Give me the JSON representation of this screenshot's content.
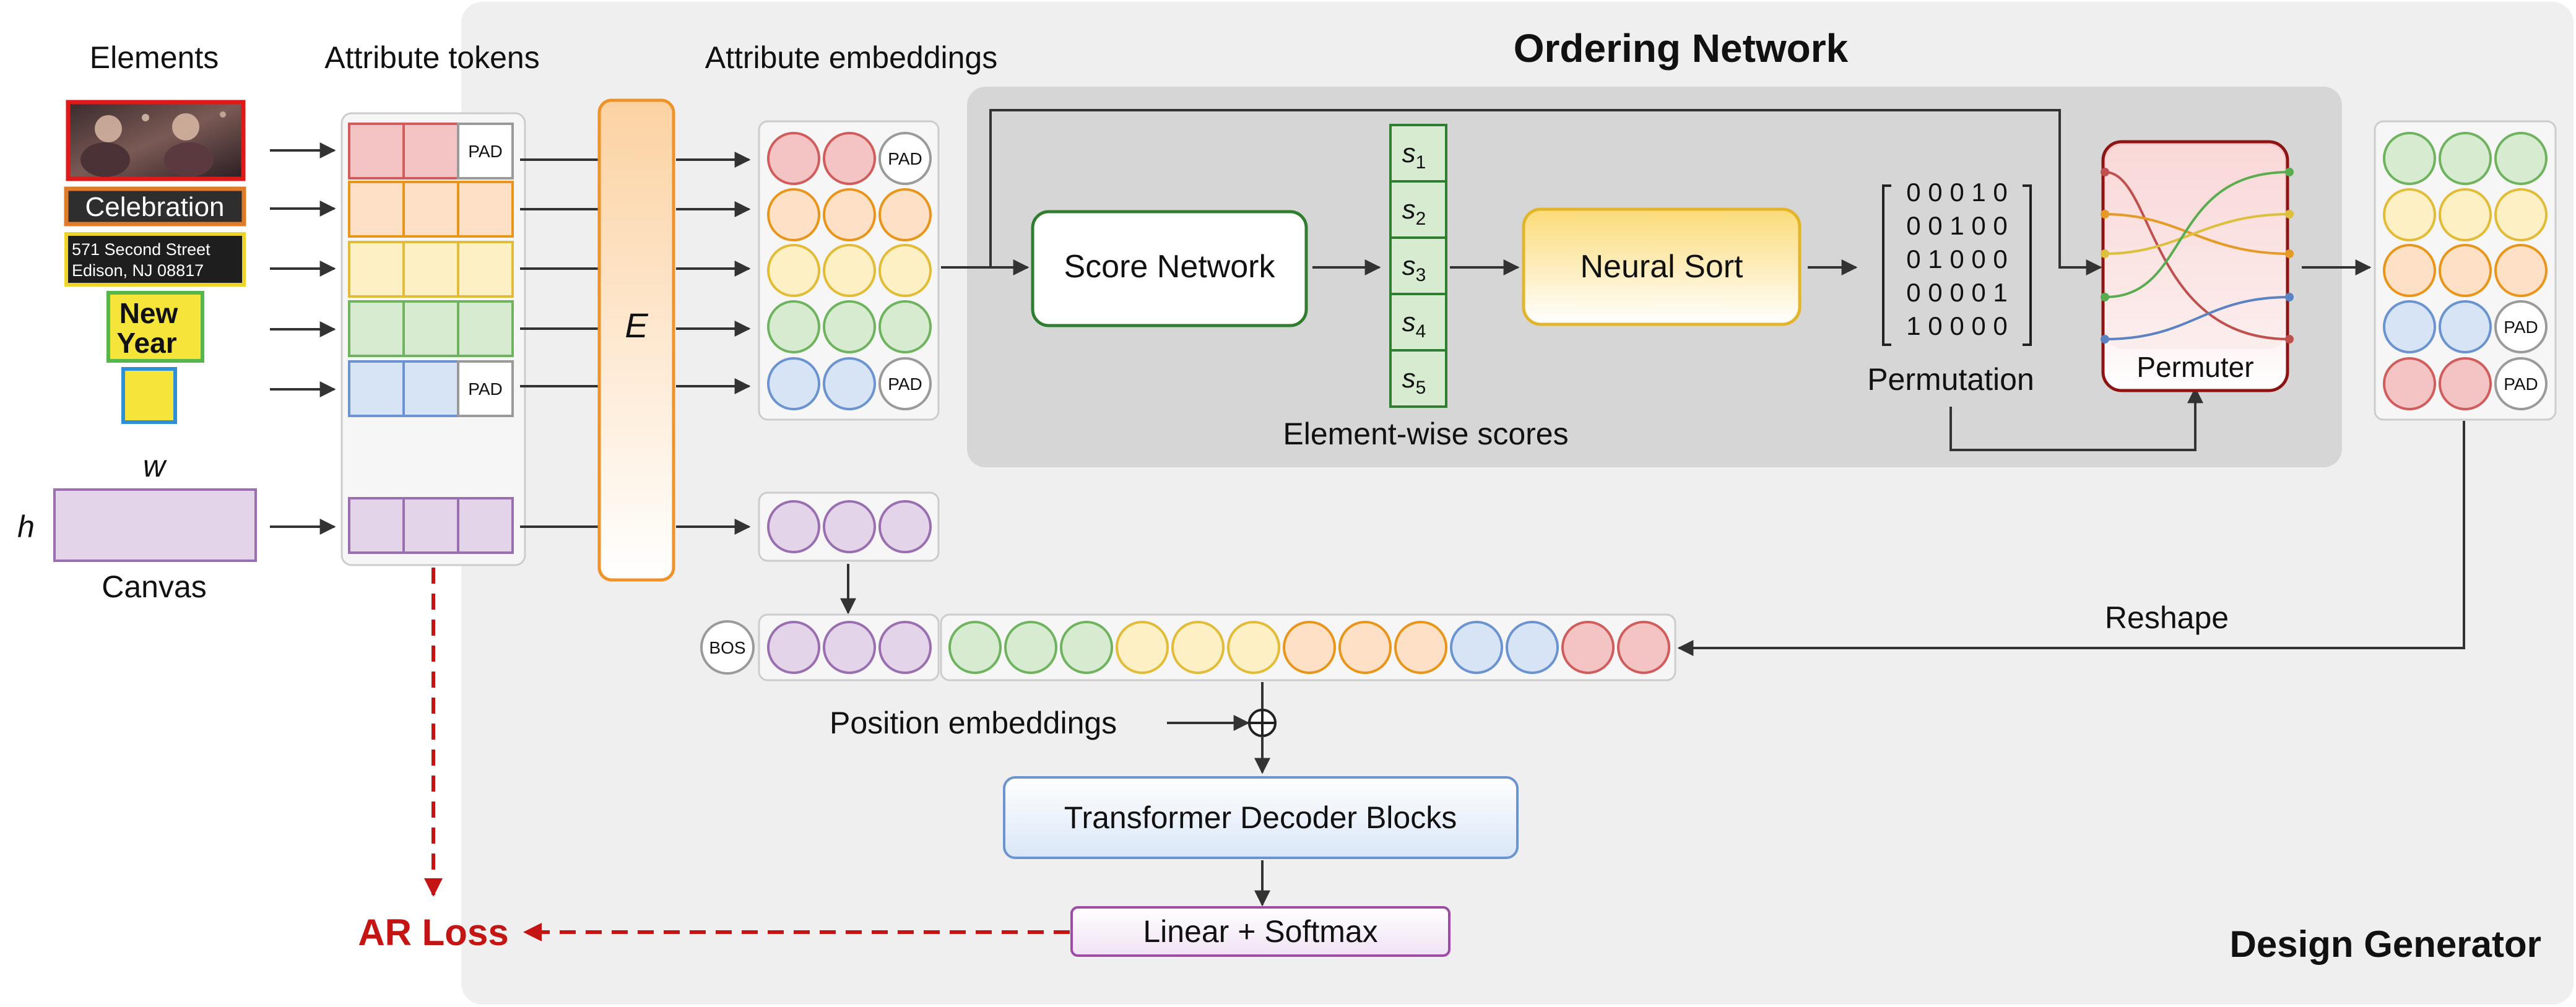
{
  "colors": {
    "red": {
      "fill": "#f4c4c4",
      "stroke": "#d05c5c"
    },
    "orange": {
      "fill": "#fde0c6",
      "stroke": "#e8951a"
    },
    "yellow": {
      "fill": "#fdf0c4",
      "stroke": "#e2bb37"
    },
    "green": {
      "fill": "#d6ebd0",
      "stroke": "#6fb35f"
    },
    "blue": {
      "fill": "#d6e4f6",
      "stroke": "#6a93d0"
    },
    "purple": {
      "fill": "#e4d4ea",
      "stroke": "#9a6fb0"
    },
    "white": {
      "fill": "#ffffff",
      "stroke": "#9a9a9a"
    },
    "ar_loss": "#c41414"
  },
  "inputs": {
    "elements_label": "Elements",
    "celebration": "Celebration",
    "address_line1": "571 Second Street",
    "address_line2": "Edison, NJ 08817",
    "new_year_line1": "New",
    "new_year_line2": "Year",
    "canvas_label": "Canvas",
    "width_symbol": "w",
    "height_symbol": "h"
  },
  "tokens": {
    "attribute_tokens_label": "Attribute tokens",
    "pad": "PAD",
    "rows": [
      {
        "color": "red",
        "pad": true
      },
      {
        "color": "orange",
        "pad": false
      },
      {
        "color": "yellow",
        "pad": false
      },
      {
        "color": "green",
        "pad": false
      },
      {
        "color": "blue",
        "pad": true
      }
    ],
    "canvas_row": "purple"
  },
  "encoder": {
    "symbol": "E"
  },
  "embeddings": {
    "label": "Attribute embeddings",
    "rows": [
      {
        "color": "red",
        "pad": true
      },
      {
        "color": "orange",
        "pad": false
      },
      {
        "color": "yellow",
        "pad": false
      },
      {
        "color": "green",
        "pad": false
      },
      {
        "color": "blue",
        "pad": true
      }
    ],
    "canvas_row": "purple"
  },
  "ordering": {
    "title": "Ordering Network",
    "score_network": "Score Network",
    "scores": [
      {
        "base": "s",
        "sub": "1"
      },
      {
        "base": "s",
        "sub": "2"
      },
      {
        "base": "s",
        "sub": "3"
      },
      {
        "base": "s",
        "sub": "4"
      },
      {
        "base": "s",
        "sub": "5"
      }
    ],
    "scores_label": "Element-wise scores",
    "neural_sort": "Neural Sort",
    "permutation_matrix": [
      "0 0 0 1 0",
      "0 0 1 0 0",
      "0 1 0 0 0",
      "0 0 0 0 1",
      "1 0 0 0 0"
    ],
    "permutation_label": "Permutation",
    "permuter": "Permuter"
  },
  "sorted": {
    "rows": [
      {
        "color": "green",
        "pad": false
      },
      {
        "color": "yellow",
        "pad": false
      },
      {
        "color": "orange",
        "pad": false
      },
      {
        "color": "blue",
        "pad": true
      },
      {
        "color": "red",
        "pad": true
      }
    ]
  },
  "generator": {
    "title": "Design Generator",
    "reshape": "Reshape",
    "bos": "BOS",
    "canvas_sequence": "purple",
    "sequence": [
      "green",
      "green",
      "green",
      "yellow",
      "yellow",
      "yellow",
      "orange",
      "orange",
      "orange",
      "blue",
      "blue",
      "red",
      "red"
    ],
    "position_embeddings": "Position embeddings",
    "decoder": "Transformer Decoder Blocks",
    "linear": "Linear + Softmax",
    "ar_loss": "AR Loss"
  }
}
